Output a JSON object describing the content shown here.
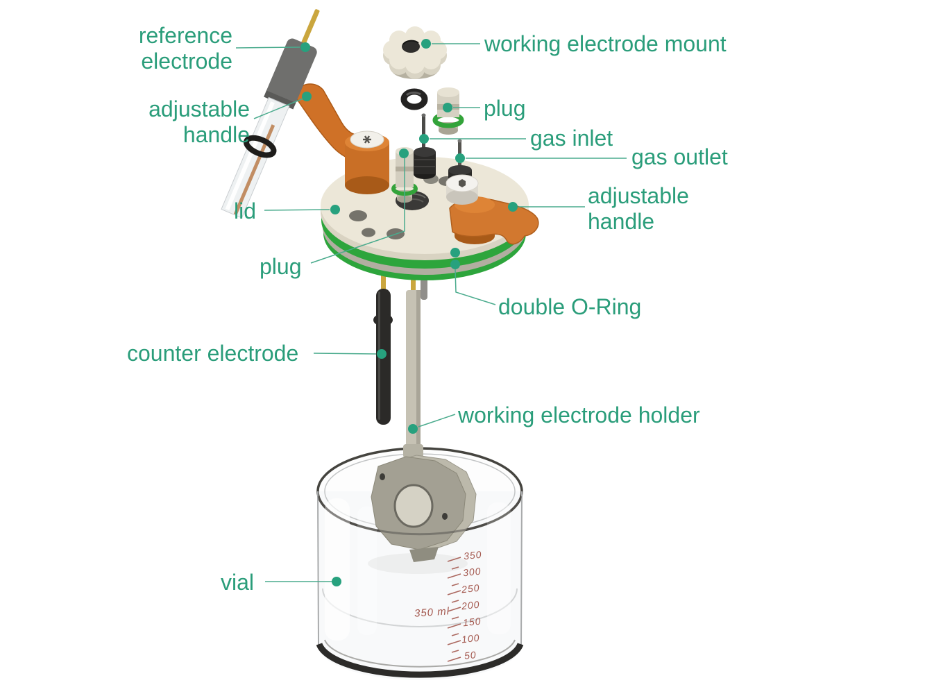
{
  "palette": {
    "label_teal": "#2a9d7a",
    "dot_teal": "#27a17e",
    "leader_teal": "#4aab8d",
    "handle_orange": "#d2782f",
    "oring_green": "#2da53c",
    "lid_cream": "#ece7d8",
    "scale_red": "#a3574d"
  },
  "labels": {
    "reference_electrode": "reference electrode",
    "adjustable_handle_left": "adjustable handle",
    "lid": "lid",
    "plug_left": "plug",
    "counter_electrode": "counter electrode",
    "vial": "vial",
    "working_electrode_mount": "working electrode mount",
    "plug_right": "plug",
    "gas_inlet": "gas inlet",
    "gas_outlet": "gas outlet",
    "adjustable_handle_right": "adjustable handle",
    "double_o_ring": "double O-Ring",
    "working_electrode_holder": "working electrode holder"
  },
  "vial": {
    "capacity_label": "350 ml",
    "scale": [
      "350",
      "300",
      "250",
      "200",
      "150",
      "100",
      "50"
    ]
  }
}
